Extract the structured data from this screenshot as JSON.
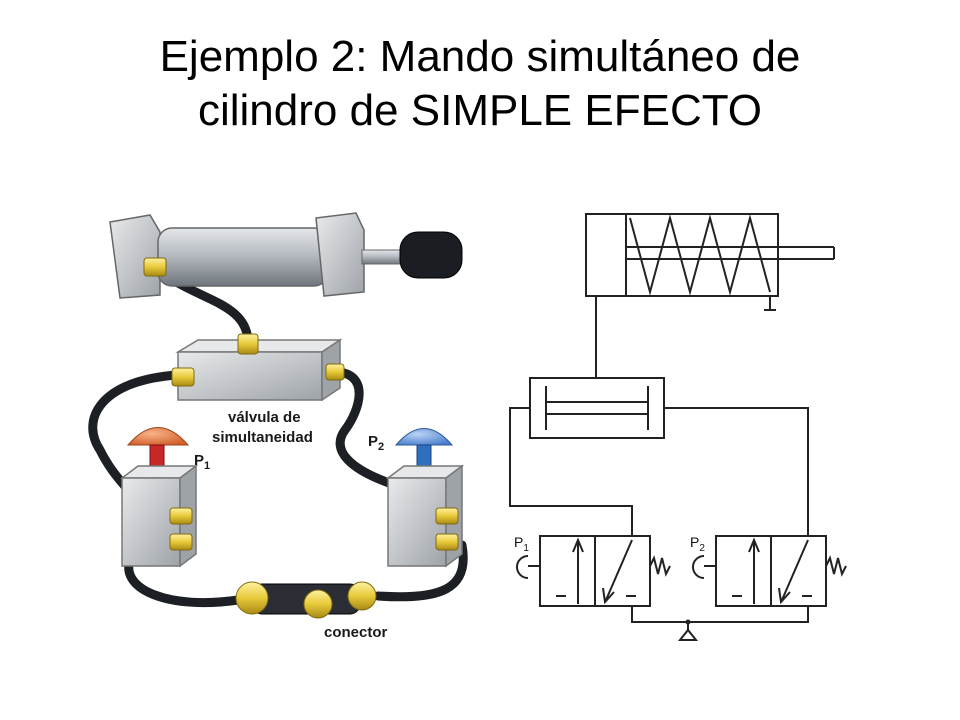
{
  "slide": {
    "title_line1": "Ejemplo 2: Mando simultáneo de",
    "title_line2": "cilindro de SIMPLE EFECTO"
  },
  "illustration": {
    "valve_label_line1": "válvula de",
    "valve_label_line2": "simultaneidad",
    "button1": {
      "letter": "P",
      "sub": "1"
    },
    "button2": {
      "letter": "P",
      "sub": "2"
    },
    "connector_label": "conector"
  },
  "schematic": {
    "p1": {
      "letter": "P",
      "sub": "1"
    },
    "p2": {
      "letter": "P",
      "sub": "2"
    }
  },
  "colors": {
    "cylinder_body": "#b7bcc2",
    "block_gray": "#c9cccf",
    "hose": "#1c1f24",
    "brass": "#e7c93a",
    "button_p1": "#e07a3a",
    "button_p2": "#5b8fd6"
  }
}
